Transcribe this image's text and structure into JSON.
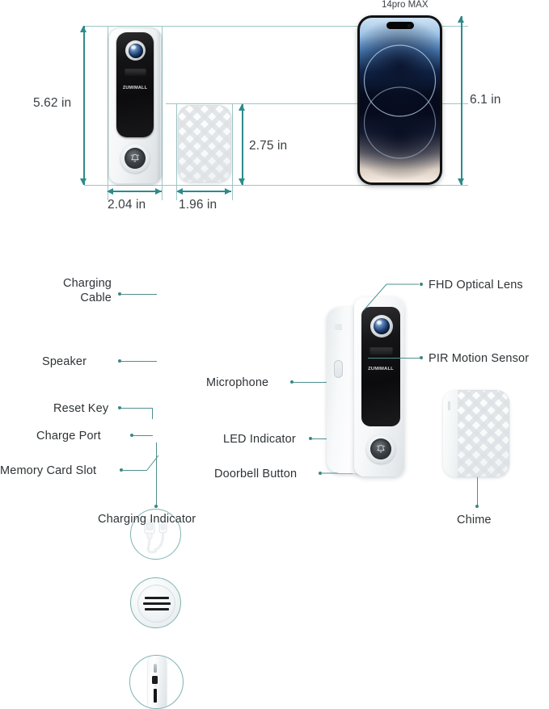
{
  "meta": {
    "title": "ZUMIMALL Video Doorbell — Dimensions and Features"
  },
  "dimensions_section": {
    "doorbell": {
      "height_label": "5.62 in",
      "width_label": "2.04 in",
      "brand": "ZUMIMALL"
    },
    "chime": {
      "height_label": "2.75 in",
      "width_label": "1.96 in"
    },
    "phone": {
      "caption": "14pro MAX",
      "height_label": "6.1 in"
    }
  },
  "features_section": {
    "left_callouts": [
      {
        "id": "charging-cable",
        "label_line1": "Charging",
        "label_line2": "Cable"
      },
      {
        "id": "speaker",
        "label_line1": "Speaker",
        "label_line2": ""
      },
      {
        "id": "reset-key",
        "label_line1": "Reset Key",
        "label_line2": ""
      },
      {
        "id": "charge-port",
        "label_line1": "Charge Port",
        "label_line2": ""
      },
      {
        "id": "memory-card-slot",
        "label_line1": "Memory Card Slot",
        "label_line2": ""
      },
      {
        "id": "charging-indicator",
        "label_line1": "Charging Indicator",
        "label_line2": ""
      }
    ],
    "middle_callouts": [
      {
        "id": "microphone",
        "label": "Microphone"
      },
      {
        "id": "led-indicator",
        "label": "LED Indicator"
      },
      {
        "id": "doorbell-button",
        "label": "Doorbell Button"
      }
    ],
    "right_callouts": [
      {
        "id": "fhd-optical-lens",
        "label": "FHD Optical Lens"
      },
      {
        "id": "pir-motion-sensor",
        "label": "PIR Motion Sensor"
      },
      {
        "id": "chime",
        "label": "Chime"
      }
    ],
    "device_brand": "ZUMIMALL"
  },
  "colors": {
    "dimension_line": "#2e8b8b",
    "guide_line": "#9dc6c6",
    "leader_line": "#4f8f8f",
    "text": "#2f3336",
    "background": "#ffffff"
  }
}
